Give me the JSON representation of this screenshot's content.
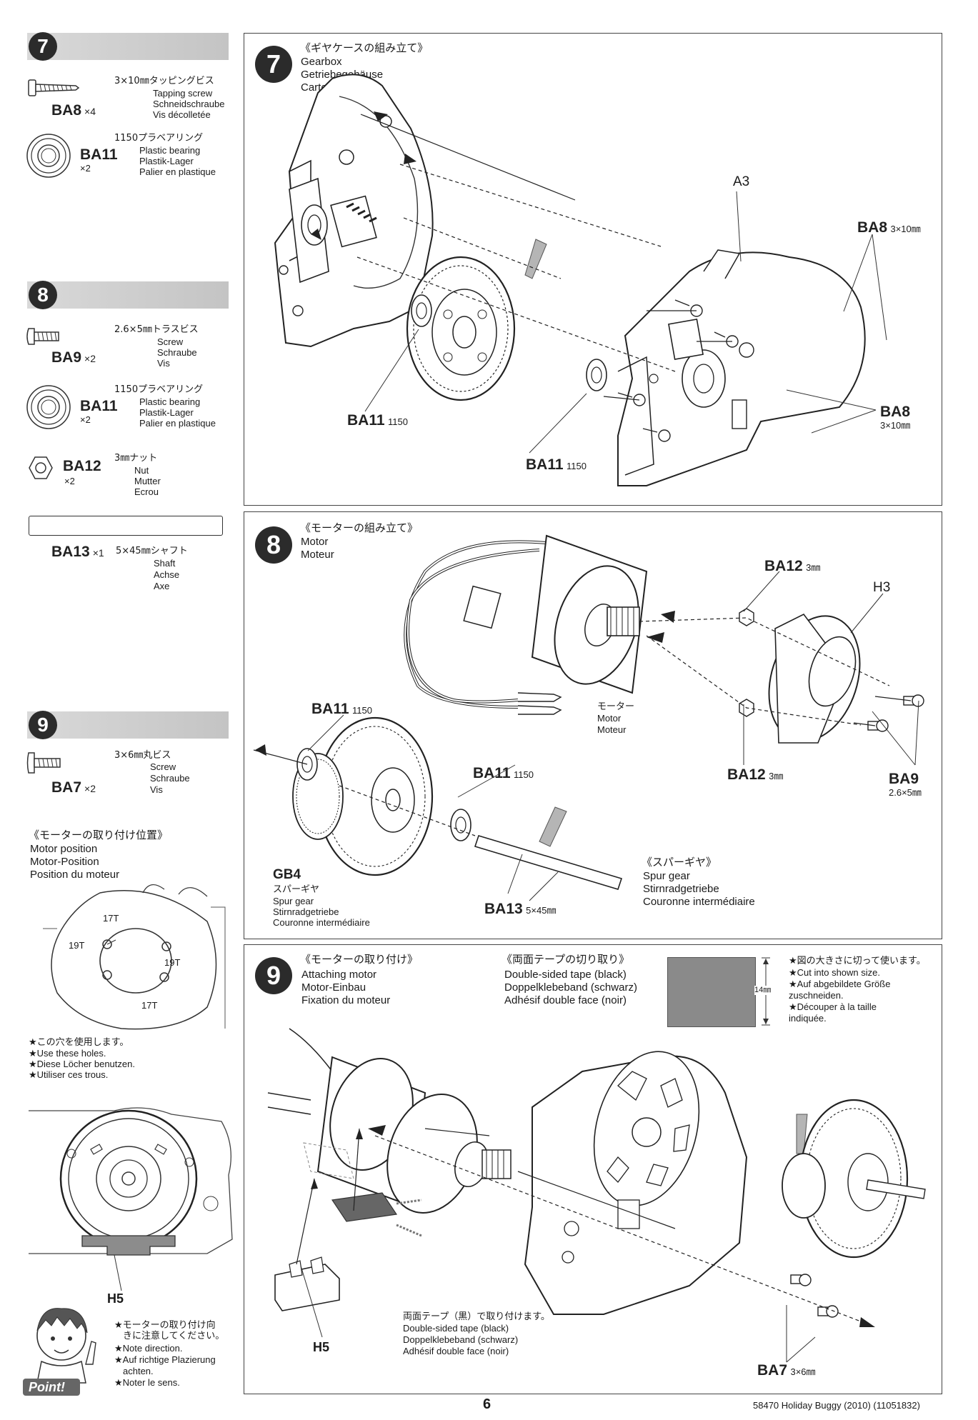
{
  "left": {
    "step7": {
      "num": "7",
      "parts": [
        {
          "code": "BA8",
          "qty": "×4",
          "jp": "3×10㎜タッピングビス",
          "en": "Tapping screw",
          "de": "Schneidschraube",
          "fr": "Vis décolletée"
        },
        {
          "code": "BA11",
          "qty": "×2",
          "jp": "1150プラベアリング",
          "en": "Plastic bearing",
          "de": "Plastik-Lager",
          "fr": "Palier en plastique"
        }
      ]
    },
    "step8": {
      "num": "8",
      "parts": [
        {
          "code": "BA9",
          "qty": "×2",
          "jp": "2.6×5㎜トラスビス",
          "en": "Screw",
          "de": "Schraube",
          "fr": "Vis"
        },
        {
          "code": "BA11",
          "qty": "×2",
          "jp": "1150プラベアリング",
          "en": "Plastic bearing",
          "de": "Plastik-Lager",
          "fr": "Palier en plastique"
        },
        {
          "code": "BA12",
          "qty": "×2",
          "jp": "3㎜ナット",
          "en": "Nut",
          "de": "Mutter",
          "fr": "Ecrou"
        },
        {
          "code": "BA13",
          "qty": "×1",
          "jp": "5×45㎜シャフト",
          "en": "Shaft",
          "de": "Achse",
          "fr": "Axe"
        }
      ]
    },
    "step9": {
      "num": "9",
      "parts": [
        {
          "code": "BA7",
          "qty": "×2",
          "jp": "3×6㎜丸ビス",
          "en": "Screw",
          "de": "Schraube",
          "fr": "Vis"
        }
      ],
      "motor_position": {
        "jp": "《モーターの取り付け位置》",
        "en": "Motor position",
        "de": "Motor-Position",
        "fr": "Position du moteur"
      },
      "teeth": [
        "17T",
        "19T",
        "19T",
        "17T"
      ],
      "use_holes": [
        "★この穴を使用します。",
        "★Use these holes.",
        "★Diese Löcher benutzen.",
        "★Utiliser ces trous."
      ],
      "h5": "H5",
      "point": "Point!",
      "note_direction": [
        "★モーターの取り付け向",
        "きに注意してください。",
        "★Note direction.",
        "★Auf richtige Plazierung",
        "achten.",
        "★Noter le sens."
      ]
    }
  },
  "panels": {
    "p7": {
      "num": "7",
      "jp": "《ギヤケースの組み立て》",
      "en": "Gearbox",
      "de": "Getriebegehäuse",
      "fr": "Carter",
      "labels": {
        "a3": "A3",
        "ba8_top": "BA8",
        "ba8_top_size": "3×10㎜",
        "ba8_right": "BA8",
        "ba8_right_size": "3×10㎜",
        "ba11_a": "BA11",
        "ba11_a_size": "1150",
        "ba11_b": "BA11",
        "ba11_b_size": "1150"
      }
    },
    "p8": {
      "num": "8",
      "jp": "《モーターの組み立て》",
      "en": "Motor",
      "fr": "Moteur",
      "labels": {
        "ba12_top": "BA12",
        "ba12_top_size": "3㎜",
        "h3": "H3",
        "motor_jp": "モーター",
        "motor_en": "Motor",
        "motor_fr": "Moteur",
        "ba11_left": "BA11",
        "ba11_left_size": "1150",
        "ba11_mid": "BA11",
        "ba11_mid_size": "1150",
        "ba12_bottom": "BA12",
        "ba12_bottom_size": "3㎜",
        "ba9": "BA9",
        "ba9_size": "2.6×5㎜",
        "gb4": "GB4",
        "gb4_jp": "スパーギヤ",
        "gb4_en": "Spur gear",
        "gb4_de": "Stirnradgetriebe",
        "gb4_fr": "Couronne intermédiaire",
        "ba13": "BA13",
        "ba13_size": "5×45㎜",
        "spur_jp": "《スパーギヤ》",
        "spur_en": "Spur gear",
        "spur_de": "Stirnradgetriebe",
        "spur_fr": "Couronne intermédiaire"
      }
    },
    "p9": {
      "num": "9",
      "jp": "《モーターの取り付け》",
      "en": "Attaching motor",
      "de": "Motor-Einbau",
      "fr": "Fixation du moteur",
      "tape": {
        "jp": "《両面テープの切り取り》",
        "en": "Double-sided tape (black)",
        "de": "Doppelklebeband (schwarz)",
        "fr": "Adhésif double face (noir)",
        "dim": "14㎜"
      },
      "cut": [
        "★図の大きさに切って使います。",
        "★Cut into shown size.",
        "★Auf abgebildete Größe",
        "zuschneiden.",
        "★Découper à la taille",
        "indiquée."
      ],
      "tape_note": [
        "両面テープ（黒）で取り付けます。",
        "Double-sided tape (black)",
        "Doppelklebeband (schwarz)",
        "Adhésif double face (noir)"
      ],
      "h5": "H5",
      "ba7": "BA7",
      "ba7_size": "3×6㎜"
    }
  },
  "footer": {
    "page": "6",
    "ref": "58470 Holiday Buggy (2010) (11051832)"
  }
}
